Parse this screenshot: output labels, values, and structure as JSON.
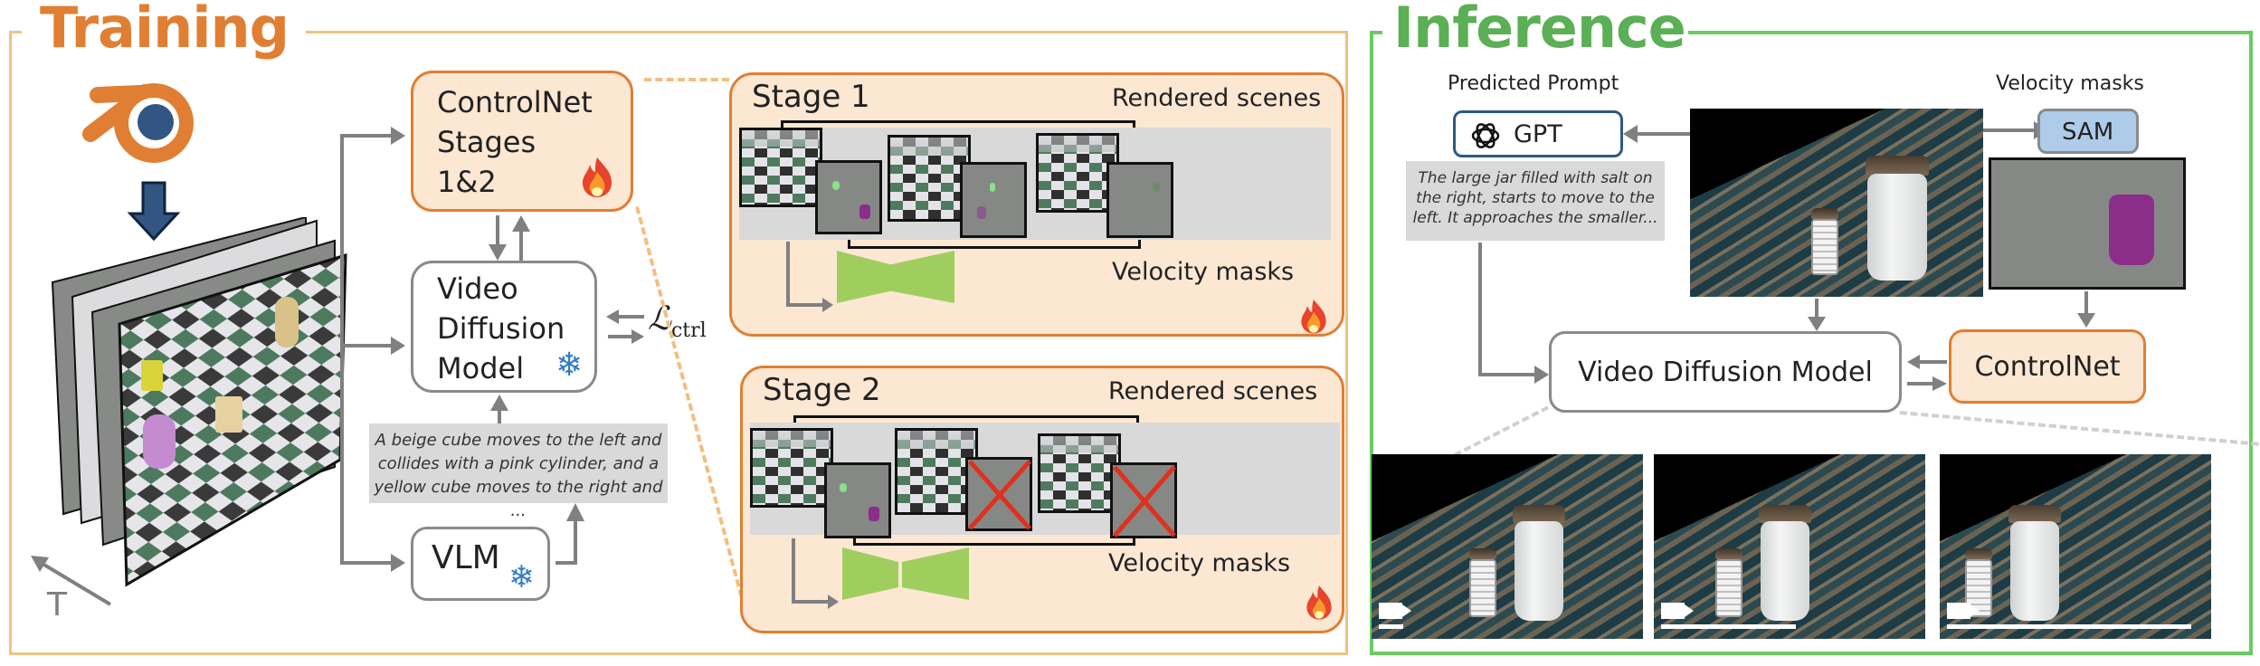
{
  "training": {
    "title": "Training",
    "title_color": "#E07F33",
    "blender_icon": "blender-logo",
    "time_axis_label": "T",
    "controlnet_box": {
      "lines": [
        "ControlNet",
        "Stages",
        "1&2"
      ],
      "icon": "fire-icon"
    },
    "video_diffusion_box": {
      "lines": [
        "Video",
        "Diffusion",
        "Model"
      ],
      "icon": "snowflake-icon"
    },
    "vlm_box": {
      "label": "VLM",
      "icon": "snowflake-icon"
    },
    "loss_label": "ℒ",
    "loss_subscript": "ctrl",
    "caption": "A beige cube moves to the left and collides with a pink cylinder, and a yellow cube moves to the right and ...",
    "stages": [
      {
        "title": "Stage 1",
        "rendered_label": "Rendered scenes",
        "mask_label": "Velocity masks",
        "masks_dropped": [
          false,
          false,
          false
        ]
      },
      {
        "title": "Stage 2",
        "rendered_label": "Rendered scenes",
        "mask_label": "Velocity masks",
        "masks_dropped": [
          false,
          true,
          true
        ]
      }
    ]
  },
  "inference": {
    "title": "Inference",
    "title_color": "#5BAF55",
    "predicted_prompt_label": "Predicted Prompt",
    "gpt_label": "GPT",
    "caption": "The large jar filled with salt on the right, starts to move to the left. It approaches the smaller...",
    "velocity_masks_label": "Velocity masks",
    "sam_label": "SAM",
    "video_diffusion_label": "Video Diffusion Model",
    "controlnet_label": "ControlNet",
    "output_frames": [
      {
        "progress": 0.1
      },
      {
        "progress": 0.55
      },
      {
        "progress": 1.0
      }
    ]
  },
  "colors": {
    "orange": "#E07F33",
    "orange_fill": "#FCE7D3",
    "green": "#6BCB63",
    "sam_fill": "#AECBEA",
    "gpt_border": "#2E5A80",
    "unet_green": "#9FCE5E",
    "mask_purple": "#8B2E8A",
    "cross_red": "#E0301E"
  }
}
